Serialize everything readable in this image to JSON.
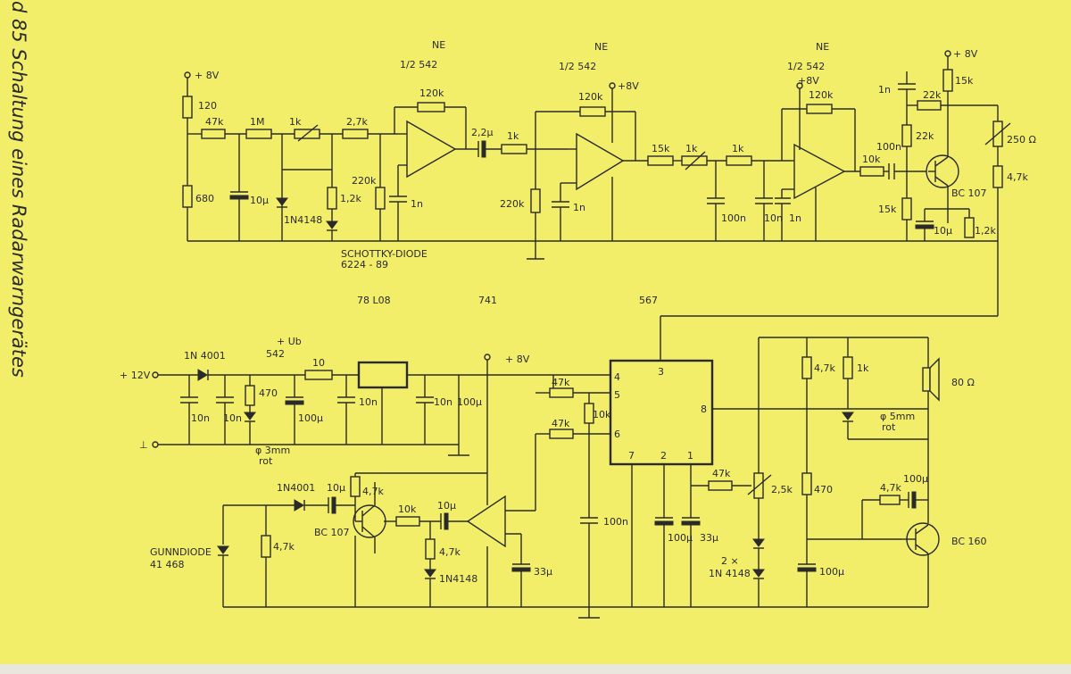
{
  "caption": "d 85   Schaltung eines Radarwarngerätes",
  "labels": {
    "v8_a": "+ 8V",
    "v8_b": "+8V",
    "v8_c": "+8V",
    "v8_d": "+ 8V",
    "v8_e": "+ 8V",
    "ne1": "NE",
    "ne1b": "1/2   542",
    "ne2": "NE",
    "ne2b": "1/2   542",
    "ne3": "NE",
    "ne3b": "1/2   542",
    "r120": "120",
    "r680": "680",
    "r47k_a": "47k",
    "r1m": "1M",
    "r1k_a": "1k",
    "r27k": "2,7k",
    "c10u_a": "10µ",
    "d1n4148_a": "1N4148",
    "r12k_a": "1,2k",
    "schottky1": "SCHOTTKY-DIODE",
    "schottky2": "6224 - 89",
    "r220k_a": "220k",
    "c1n_a": "1n",
    "r120k_a": "120k",
    "c22u": "2,2µ",
    "r1k_b": "1k",
    "r220k_b": "220k",
    "c1n_b": "1n",
    "r120k_b": "120k",
    "r15k_a": "15k",
    "r1k_c": "1k",
    "r1k_d": "1k",
    "c100n_a": "100n",
    "c10n_a": "10n",
    "c1n_c": "1n",
    "r120k_c": "120k",
    "r10k_a": "10k",
    "c100n_b": "100n",
    "c1n_d": "1n",
    "r22k_a": "22k",
    "r22k_b": "22k",
    "r15k_b": "15k",
    "r15k_c": "15k",
    "bc107_a": "BC 107",
    "c10u_b": "10µ",
    "r12k_b": "1,2k",
    "r250": "250 Ω",
    "r47k_b": "4,7k",
    "ic78l08": "78 L08",
    "ic741": "741",
    "ic567": "567",
    "v12": "+ 12V",
    "gnd_sym": "⊥",
    "d1n4001_a": "1N 4001",
    "ub": "+ Ub",
    "ub542": "542",
    "r10_a": "10",
    "r470_a": "470",
    "c10n_b": "10n",
    "c10n_c": "10n",
    "c100u_a": "100µ",
    "c10n_d": "10n",
    "c10n_e": "10n",
    "c100u_b": "100µ",
    "led3a": "φ 3mm",
    "led3b": "rot",
    "r47k_c": "47k",
    "r10k_b": "10k",
    "r47k_d": "47k",
    "pin3": "3",
    "pin4": "4",
    "pin5": "5",
    "pin6": "6",
    "pin8": "8",
    "pin7": "7",
    "pin2": "2",
    "pin1": "1",
    "r47k_e": "4,7k",
    "r1k_e": "1k",
    "spk": "80 Ω",
    "led5a": "φ 5mm",
    "led5b": "rot",
    "c100n_c": "100n",
    "c100u_c": "100µ",
    "c33u_a": "33µ",
    "r47k_f": "47k",
    "pot25k": "2,5k",
    "d2x": "2 ×",
    "d2x_b": "1N 4148",
    "r470_b": "470",
    "c100u_d": "100µ",
    "c100u_e": "100µ",
    "r47k_g": "4,7k",
    "bc160": "BC 160",
    "d1n4001_b": "1N4001",
    "c10u_c": "10µ",
    "r47k_h": "4,7k",
    "bc107_b": "BC 107",
    "r10k_c": "10k",
    "c10u_d": "10µ",
    "r47k_i": "4,7k",
    "d1n4148_b": "1N4148",
    "c33u_b": "33µ",
    "gunn1": "GUNNDIODE",
    "gunn2": "41 468",
    "r47k_j": "4,7k"
  }
}
